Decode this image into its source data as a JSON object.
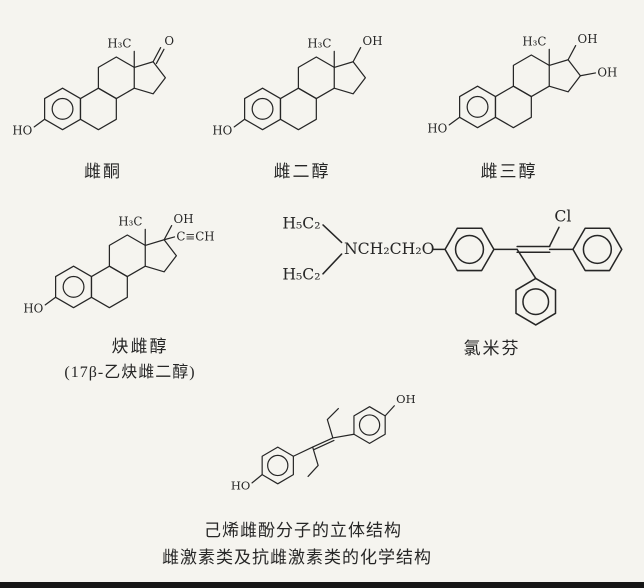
{
  "page": {
    "background": "#f5f4ef",
    "ink": "#262626"
  },
  "structures": {
    "estrone": {
      "name": "雌酮",
      "labels": {
        "methyl": "H₃C",
        "ketone": "O",
        "phenol": "HO"
      }
    },
    "estradiol": {
      "name": "雌二醇",
      "labels": {
        "methyl": "H₃C",
        "hydroxyl17": "OH",
        "phenol": "HO"
      }
    },
    "estriol": {
      "name": "雌三醇",
      "labels": {
        "methyl": "H₃C",
        "hydroxyl17": "OH",
        "hydroxyl16": "OH",
        "phenol": "HO"
      }
    },
    "ethinylestradiol": {
      "name": "炔雌醇",
      "alt_name": "(17β-乙炔雌二醇)",
      "labels": {
        "methyl": "H₃C",
        "hydroxyl17": "OH",
        "ethynyl": "C≡CH",
        "phenol": "HO"
      }
    },
    "clomiphene": {
      "name": "氯米芬",
      "labels": {
        "ethyl_top": "H₅C₂",
        "ethyl_bottom": "H₅C₂",
        "amino_chain": "NCH₂CH₂O",
        "chloro": "Cl"
      }
    },
    "des": {
      "caption": "己烯雌酚分子的立体结构",
      "labels": {
        "hydroxyl_top": "OH",
        "hydroxyl_bottom": "HO"
      }
    }
  },
  "figure_caption": "雌激素类及抗雌激素类的化学结构"
}
